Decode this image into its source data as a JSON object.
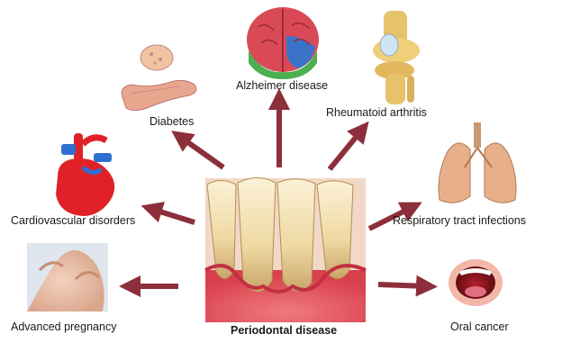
{
  "diagram": {
    "center": {
      "label": "Periodontal disease"
    },
    "conditions": [
      {
        "id": "diabetes",
        "label": "Diabetes",
        "icon": "pancreas-icon"
      },
      {
        "id": "alzheimer",
        "label": "Alzheimer disease",
        "icon": "brain-icon"
      },
      {
        "id": "rheumatoid",
        "label": "Rheumatoid arthritis",
        "icon": "knee-joint-icon"
      },
      {
        "id": "cardiovascular",
        "label": "Cardiovascular disorders",
        "icon": "heart-icon"
      },
      {
        "id": "respiratory",
        "label": "Respiratory tract infections",
        "icon": "lungs-icon"
      },
      {
        "id": "pregnancy",
        "label": "Advanced pregnancy",
        "icon": "pregnant-belly-icon"
      },
      {
        "id": "oral",
        "label": "Oral cancer",
        "icon": "open-mouth-icon"
      }
    ],
    "colors": {
      "arrow": "#8c2f3a",
      "gum": "#e0505a",
      "tooth": "#f3e2b8"
    }
  }
}
